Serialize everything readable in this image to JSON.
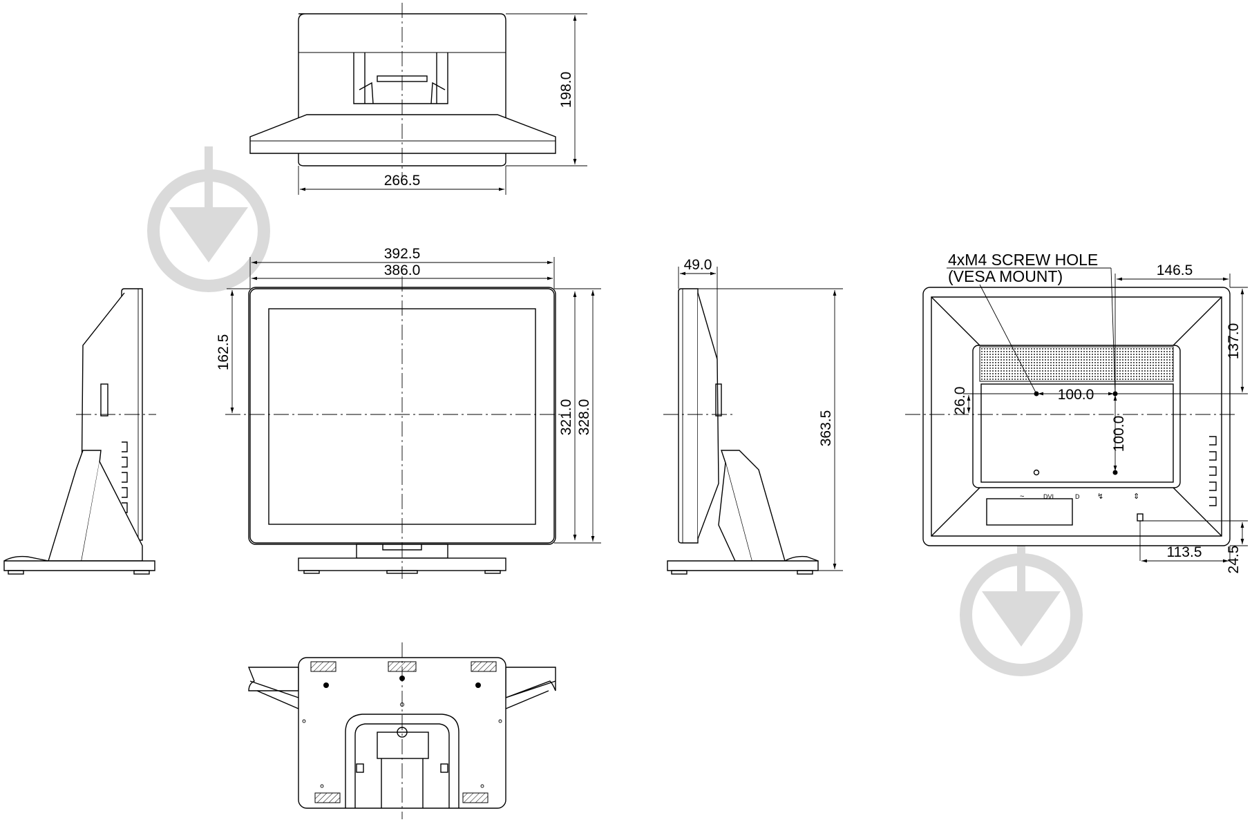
{
  "dimensions": {
    "top_height": "198.0",
    "top_width": "266.5",
    "front_outer_width": "392.5",
    "front_panel_width": "386.0",
    "front_center_height": "162.5",
    "front_panel_height": "321.0",
    "front_outer_height": "328.0",
    "side_depth": "49.0",
    "total_height": "363.5",
    "vesa_offset_right": "146.5",
    "vesa_offset_top": "137.0",
    "vesa_offset_center": "26.0",
    "vesa_h": "100.0",
    "vesa_v": "100.0",
    "lock_offset": "113.5",
    "lock_height": "24.5"
  },
  "notes": {
    "screw_line1": "4xM4 SCREW HOLE",
    "screw_line2": "(VESA MOUNT)"
  },
  "port_symbols": [
    "~",
    "DVI",
    "D",
    "↯",
    "⇕"
  ]
}
